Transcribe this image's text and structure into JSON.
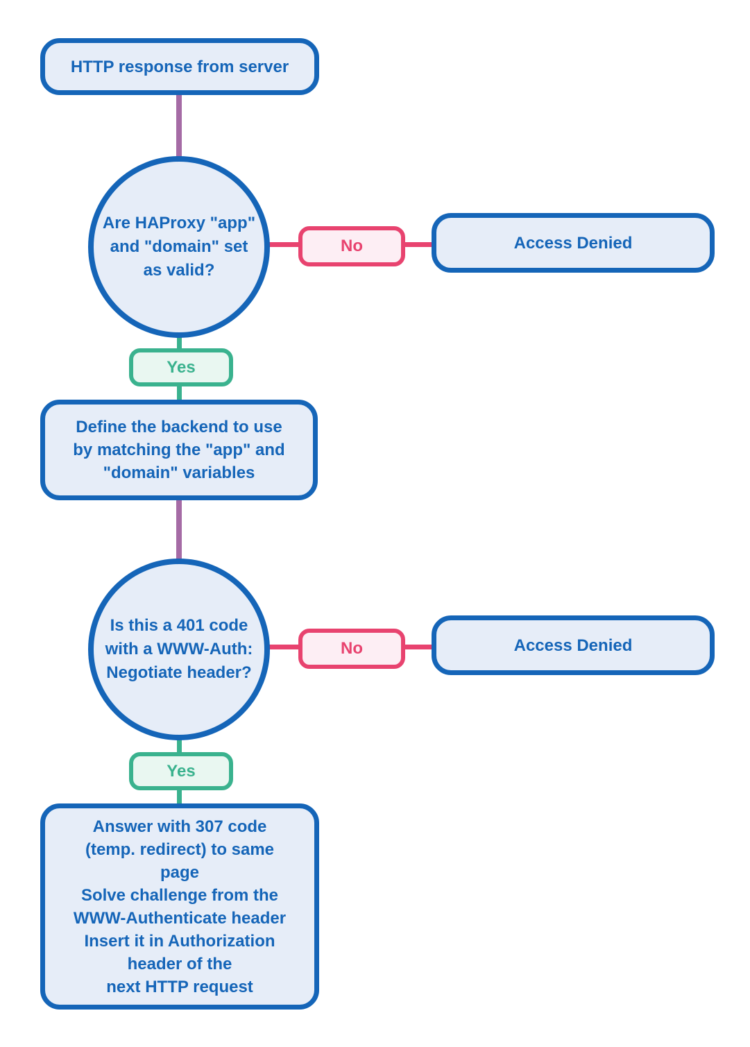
{
  "colors": {
    "blue": "#1565b8",
    "blue_fill": "#e6edf8",
    "pink": "#e8436f",
    "pink_fill": "#fdeef4",
    "green": "#3ab28e",
    "green_fill": "#e9f7f1",
    "purple": "#a56ba5",
    "bg": "#ffffff"
  },
  "flowchart": {
    "start": {
      "label": "HTTP response from server"
    },
    "decision1": {
      "label": "Are HAProxy \"app\"\nand \"domain\" set\nas valid?"
    },
    "no1": {
      "label": "No"
    },
    "access_denied1": {
      "label": "Access Denied"
    },
    "yes1": {
      "label": "Yes"
    },
    "process1": {
      "label": "Define the backend to use\nby matching the \"app\" and\n\"domain\" variables"
    },
    "decision2": {
      "label": "Is this a 401 code\nwith a WWW-Auth:\nNegotiate header?"
    },
    "no2": {
      "label": "No"
    },
    "access_denied2": {
      "label": "Access Denied"
    },
    "yes2": {
      "label": "Yes"
    },
    "process2": {
      "label": "Answer with 307 code\n(temp. redirect) to same\npage\nSolve challenge from the\nWWW-Authenticate header\nInsert it in Authorization\nheader of the\nnext HTTP request"
    },
    "icon_names": [
      "flow-connector-line"
    ]
  }
}
